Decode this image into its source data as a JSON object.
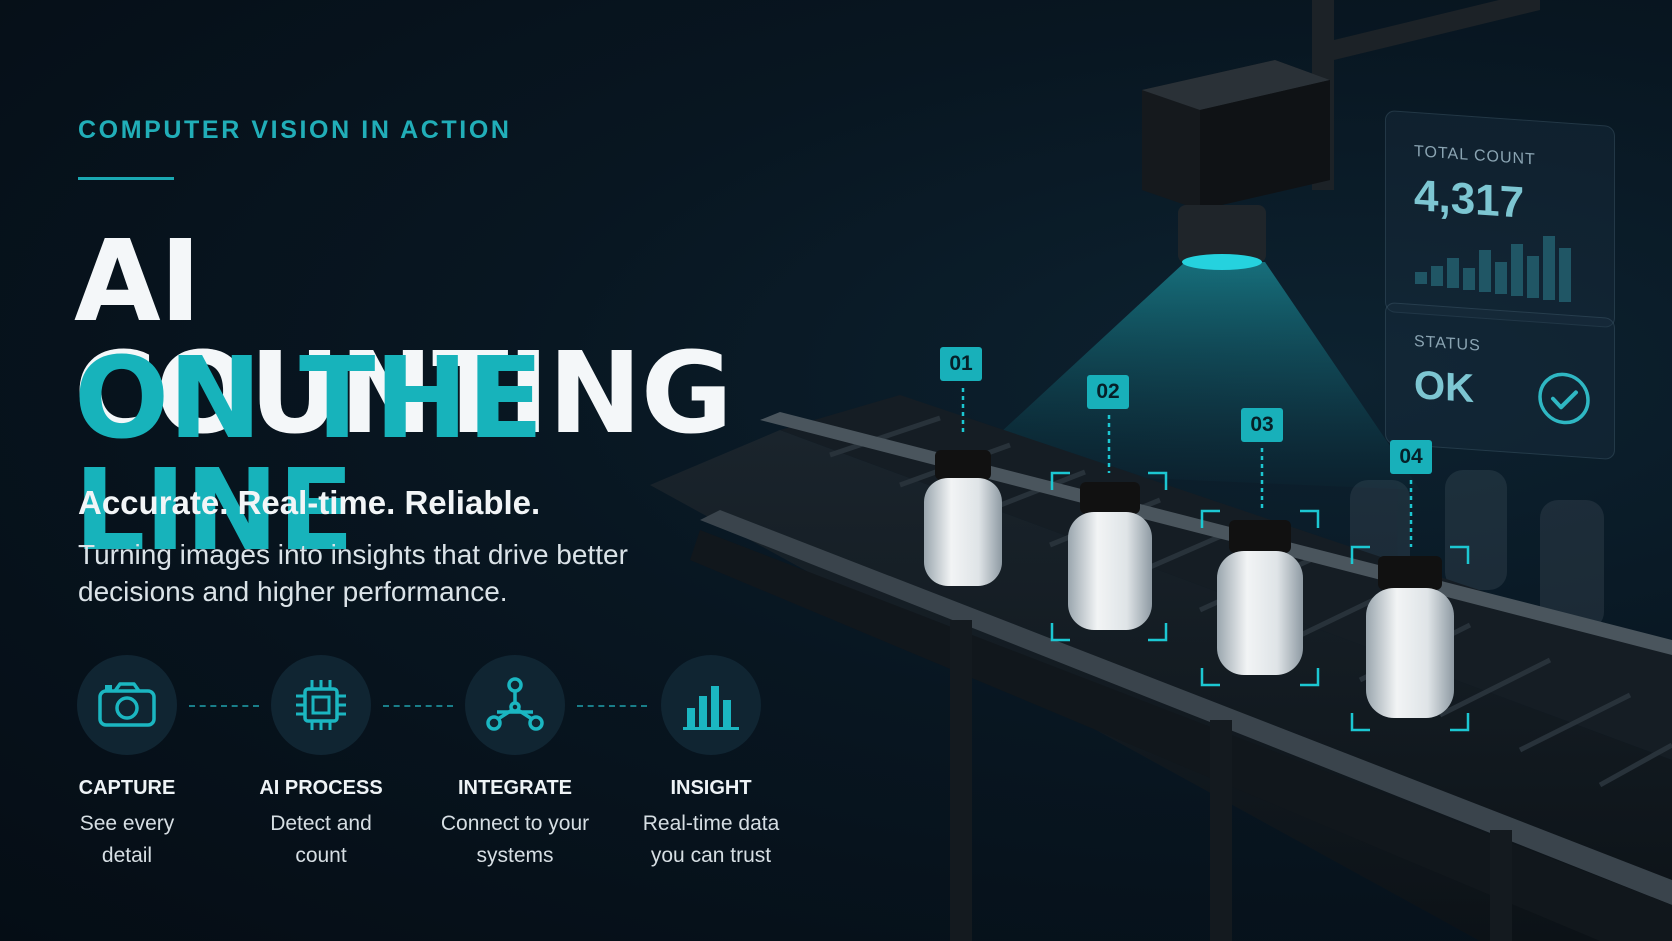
{
  "hero": {
    "eyebrow": "COMPUTER VISION IN ACTION",
    "title_line1": "AI COUNTING",
    "title_line2": "ON THE LINE",
    "tagline": "Accurate. Real-time. Reliable.",
    "description": "Turning images into insights that drive better decisions and higher performance."
  },
  "steps": [
    {
      "icon": "camera-icon",
      "label": "CAPTURE",
      "sub": "See every detail"
    },
    {
      "icon": "chip-icon",
      "label": "AI PROCESS",
      "sub": "Detect and count"
    },
    {
      "icon": "network-icon",
      "label": "INTEGRATE",
      "sub": "Connect to your systems"
    },
    {
      "icon": "bar-chart-icon",
      "label": "INSIGHT",
      "sub": "Real-time data you can trust"
    }
  ],
  "dashboard": {
    "total_count_label": "TOTAL COUNT",
    "total_count_value": "4,317",
    "status_label": "STATUS",
    "status_value": "OK"
  },
  "detections": [
    "01",
    "02",
    "03",
    "04"
  ],
  "colors": {
    "accent": "#17b3bb",
    "background": "#081621",
    "text": "#f4f7f9"
  }
}
